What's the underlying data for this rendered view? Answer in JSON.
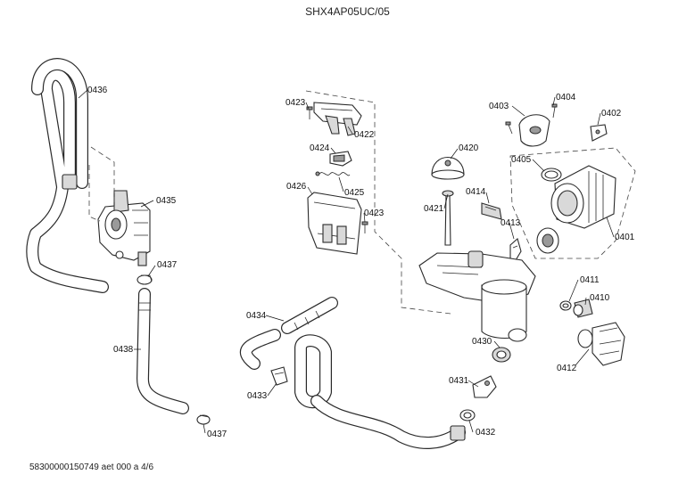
{
  "title": "SHX4AP05UC/05",
  "footer": "58300000150749 aet 000 a 4/6",
  "labels": {
    "l0436": "0436",
    "l0435": "0435",
    "l0437a": "0437",
    "l0438": "0438",
    "l0437b": "0437",
    "l0423a": "0423",
    "l0422": "0422",
    "l0424": "0424",
    "l0425": "0425",
    "l0426": "0426",
    "l0423b": "0423",
    "l0434": "0434",
    "l0433": "0433",
    "l0420": "0420",
    "l0414": "0414",
    "l0421": "0421",
    "l0413": "0413",
    "l0403": "0403",
    "l0404": "0404",
    "l0402": "0402",
    "l0405": "0405",
    "l0401": "0401",
    "l0411": "0411",
    "l0410": "0410",
    "l0430": "0430",
    "l0412": "0412",
    "l0431": "0431",
    "l0432": "0432"
  }
}
